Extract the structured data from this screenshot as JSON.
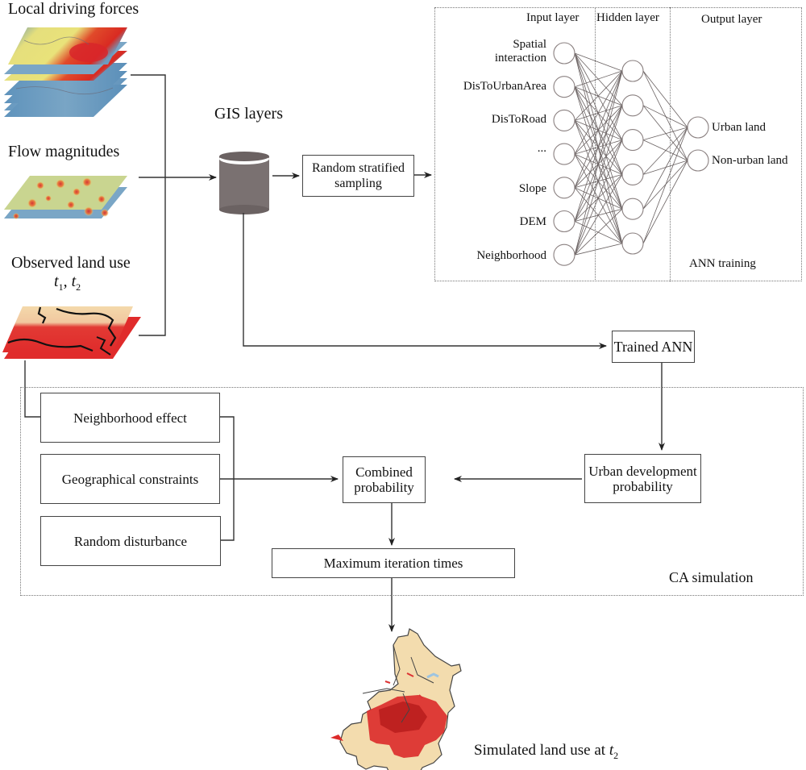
{
  "inputs_panel": {
    "local_driving_forces": "Local driving forces",
    "flow_magnitudes": "Flow magnitudes",
    "observed_land_use": "Observed land use",
    "observed_times": [
      "t",
      "1",
      ", ",
      "t",
      "2"
    ]
  },
  "gis": {
    "title": "GIS layers",
    "sampling": "Random stratified sampling"
  },
  "ann": {
    "input_layer": "Input layer",
    "hidden_layer": "Hidden layer",
    "output_layer": "Output layer",
    "inputs": [
      "Spatial interaction",
      "DisToUrbanArea",
      "DisToRoad",
      "...",
      "Slope",
      "DEM",
      "Neighborhood"
    ],
    "hidden_count": 6,
    "outputs": [
      "Urban land",
      "Non-urban land"
    ],
    "caption": "ANN training",
    "trained": "Trained ANN"
  },
  "ca": {
    "neighborhood_effect": "Neighborhood effect",
    "geo_constraints": "Geographical constraints",
    "random_disturbance": "Random disturbance",
    "combined_line1": "Combined",
    "combined_line2": "probability",
    "urban_dev_line1": "Urban development",
    "urban_dev_line2": "probability",
    "max_iter": "Maximum iteration times",
    "caption": "CA simulation"
  },
  "result": {
    "label_prefix": "Simulated land use at ",
    "label_var": "t",
    "label_sub": "2"
  },
  "colors": {
    "line": "#333333",
    "node": "#8a8080",
    "cylinder": "#7a7171",
    "urban_red": "#d9282a",
    "nonurban_tan": "#f3dcae",
    "heat_blue": "#5a8fb8",
    "heat_yellow": "#e7e07a"
  }
}
